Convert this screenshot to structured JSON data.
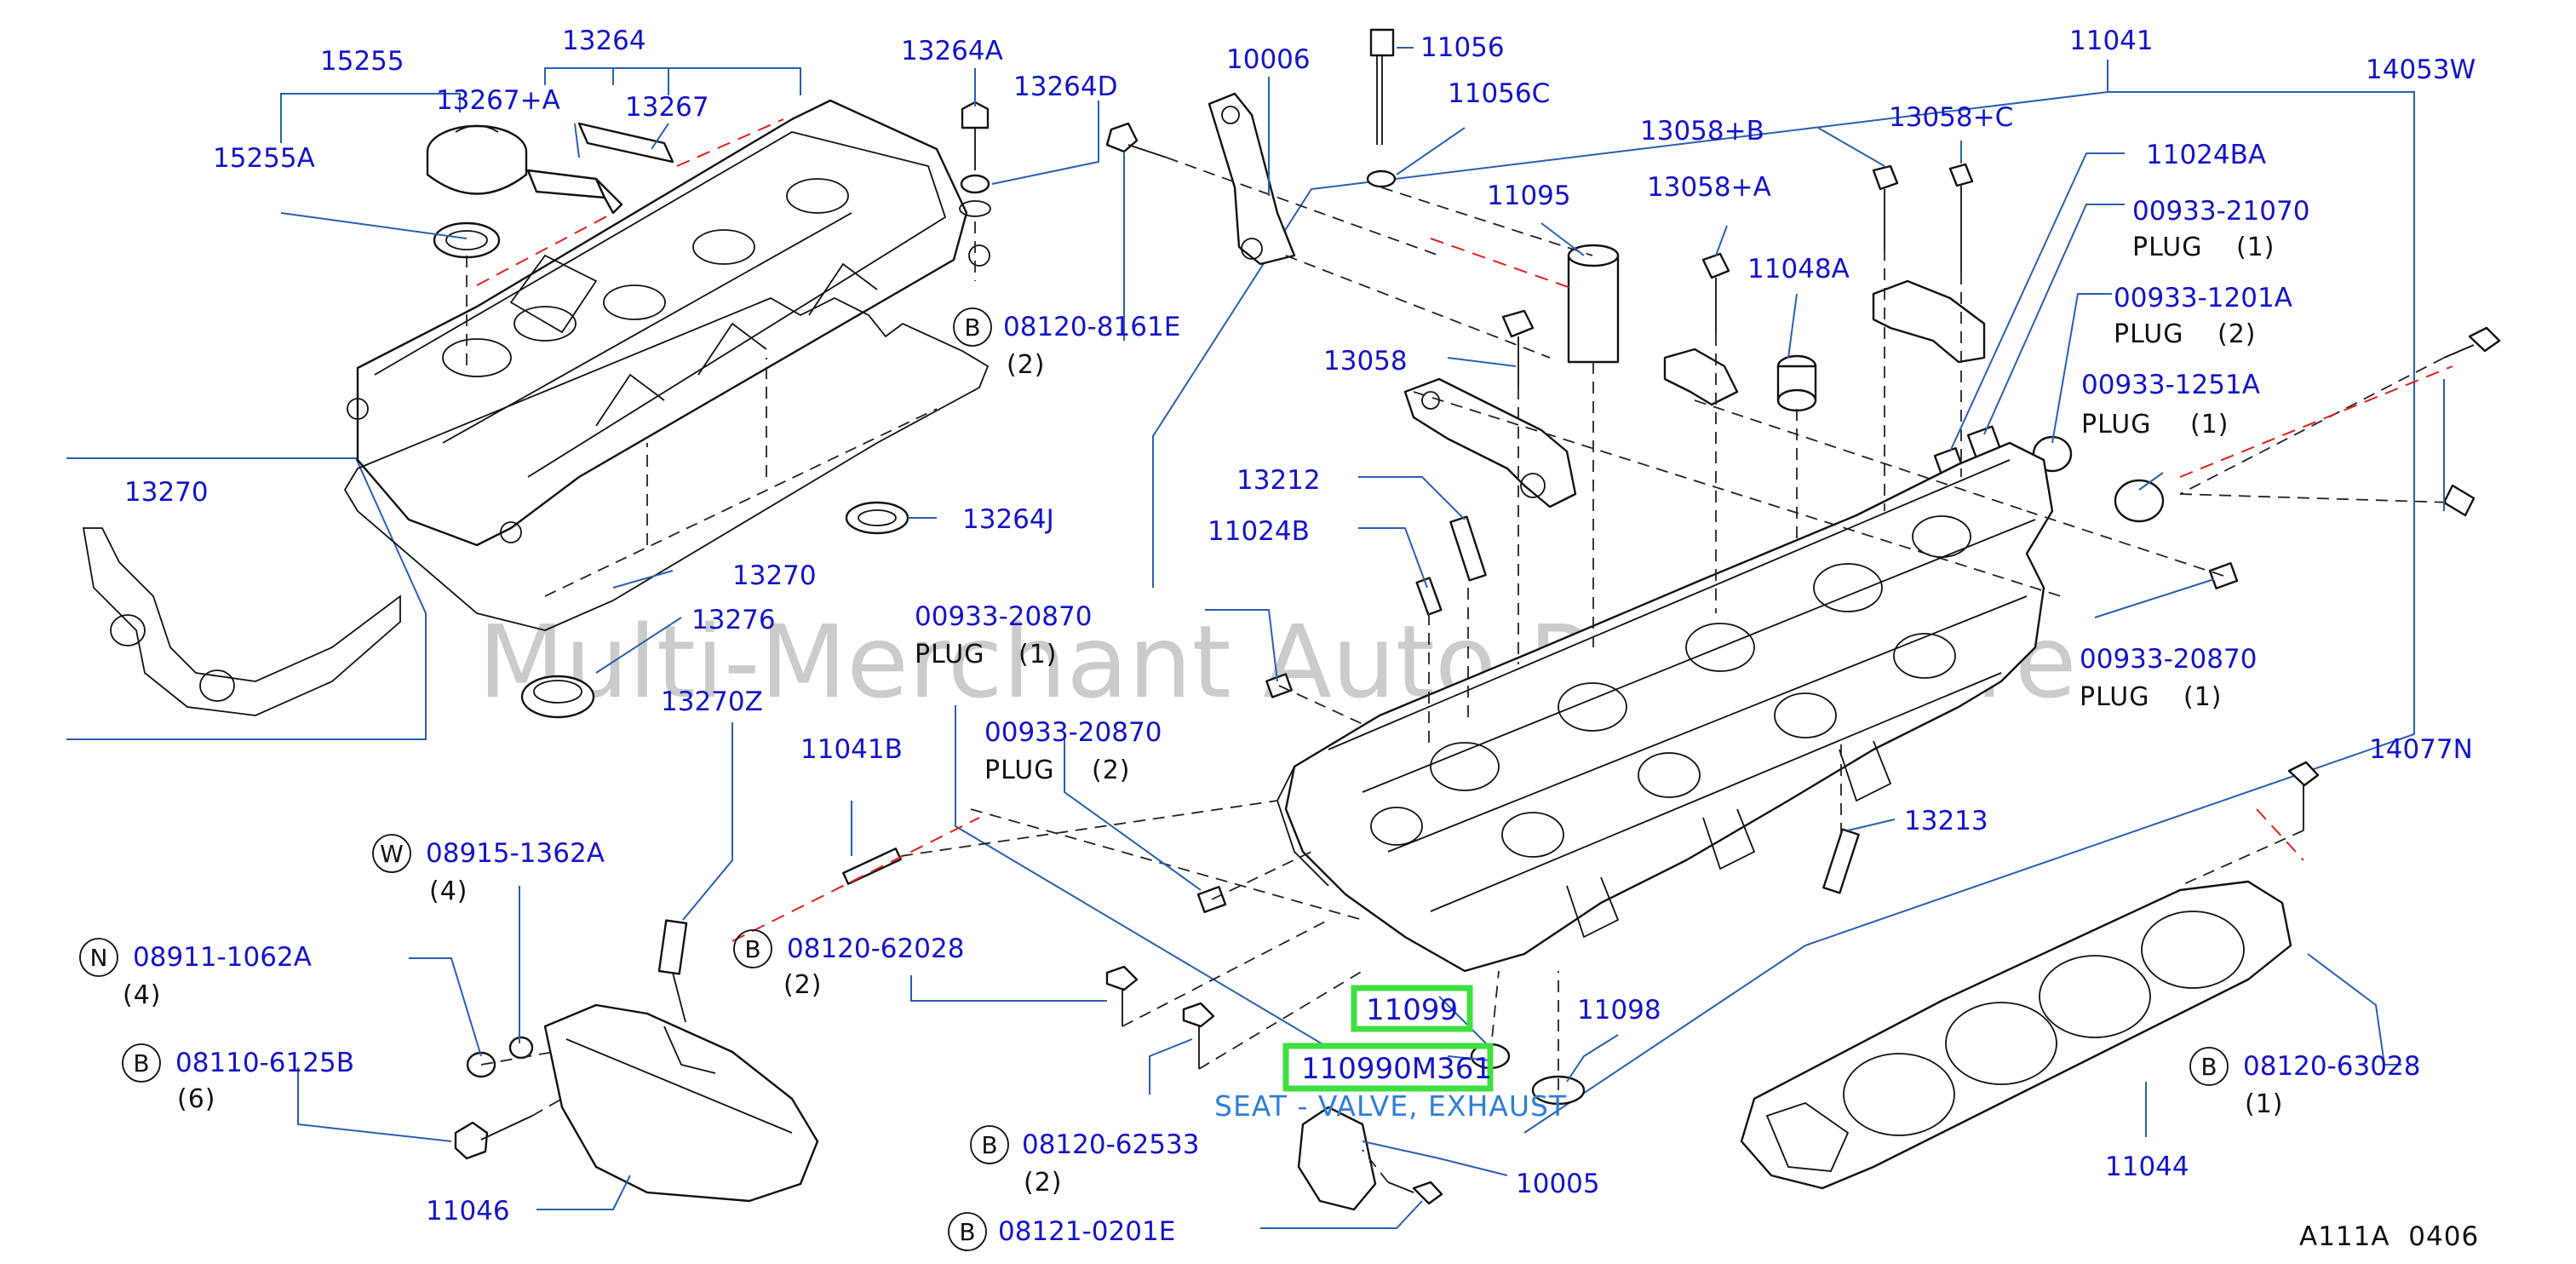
{
  "watermark": "Multi-Merchant Auto Parts Store",
  "diagram_code": "A111A  0406",
  "highlight": {
    "part_number": "11099",
    "sub_part_number": "110990M361",
    "description": "SEAT - VALVE, EXHAUST"
  },
  "labels": [
    {
      "id": "l15255",
      "number": "15255"
    },
    {
      "id": "l13264",
      "number": "13264"
    },
    {
      "id": "l13267a",
      "number": "13267+A"
    },
    {
      "id": "l13267",
      "number": "13267"
    },
    {
      "id": "l15255a",
      "number": "15255A"
    },
    {
      "id": "l13264a",
      "number": "13264A"
    },
    {
      "id": "l13264d",
      "number": "13264D"
    },
    {
      "id": "l10006",
      "number": "10006"
    },
    {
      "id": "l11056",
      "number": "11056"
    },
    {
      "id": "l11056c",
      "number": "11056C"
    },
    {
      "id": "l11041",
      "number": "11041"
    },
    {
      "id": "l14053w",
      "number": "14053W"
    },
    {
      "id": "l13058b",
      "number": "13058+B"
    },
    {
      "id": "l13058c",
      "number": "13058+C"
    },
    {
      "id": "l11024ba",
      "number": "11024BA"
    },
    {
      "id": "l13058a",
      "number": "13058+A"
    },
    {
      "id": "l11095",
      "number": "11095"
    },
    {
      "id": "l00933_21070",
      "number": "00933-21070",
      "desc": "PLUG",
      "qty": "(1)"
    },
    {
      "id": "l11048a",
      "number": "11048A"
    },
    {
      "id": "l00933_1201a",
      "number": "00933-1201A",
      "desc": "PLUG",
      "qty": "(2)"
    },
    {
      "id": "l08120_8161e",
      "prefix": "B",
      "number": "08120-8161E",
      "qty": "(2)"
    },
    {
      "id": "l13058",
      "number": "13058"
    },
    {
      "id": "l00933_1251a",
      "number": "00933-1251A",
      "desc": "PLUG",
      "qty": "(1)"
    },
    {
      "id": "l13270a",
      "number": "13270"
    },
    {
      "id": "l13212",
      "number": "13212"
    },
    {
      "id": "l13264j",
      "number": "13264J"
    },
    {
      "id": "l11024b",
      "number": "11024B"
    },
    {
      "id": "l13270b",
      "number": "13270"
    },
    {
      "id": "l00933_20870a",
      "number": "00933-20870",
      "desc": "PLUG",
      "qty": "(1)"
    },
    {
      "id": "l13276",
      "number": "13276"
    },
    {
      "id": "l00933_20870b",
      "number": "00933-20870",
      "desc": "PLUG",
      "qty": "(1)"
    },
    {
      "id": "l13270z",
      "number": "13270Z"
    },
    {
      "id": "l00933_20870c",
      "number": "00933-20870",
      "desc": "PLUG",
      "qty": "(2)"
    },
    {
      "id": "l14077n",
      "number": "14077N"
    },
    {
      "id": "l11041b",
      "number": "11041B"
    },
    {
      "id": "l13213",
      "number": "13213"
    },
    {
      "id": "l08915_1362a",
      "prefix": "W",
      "number": "08915-1362A",
      "qty": "(4)"
    },
    {
      "id": "l08911_1062a",
      "prefix": "N",
      "number": "08911-1062A",
      "qty": "(4)"
    },
    {
      "id": "l08120_62028",
      "prefix": "B",
      "number": "08120-62028",
      "qty": "(2)"
    },
    {
      "id": "l11098",
      "number": "11098"
    },
    {
      "id": "l08110_6125b",
      "prefix": "B",
      "number": "08110-6125B",
      "qty": "(6)"
    },
    {
      "id": "l08120_63028",
      "prefix": "B",
      "number": "08120-63028",
      "qty": "(1)"
    },
    {
      "id": "l08120_62533",
      "prefix": "B",
      "number": "08120-62533",
      "qty": "(2)"
    },
    {
      "id": "l11044",
      "number": "11044"
    },
    {
      "id": "l10005",
      "number": "10005"
    },
    {
      "id": "l11046",
      "number": "11046"
    },
    {
      "id": "l08121_0201e",
      "prefix": "B",
      "number": "08121-0201E"
    }
  ]
}
